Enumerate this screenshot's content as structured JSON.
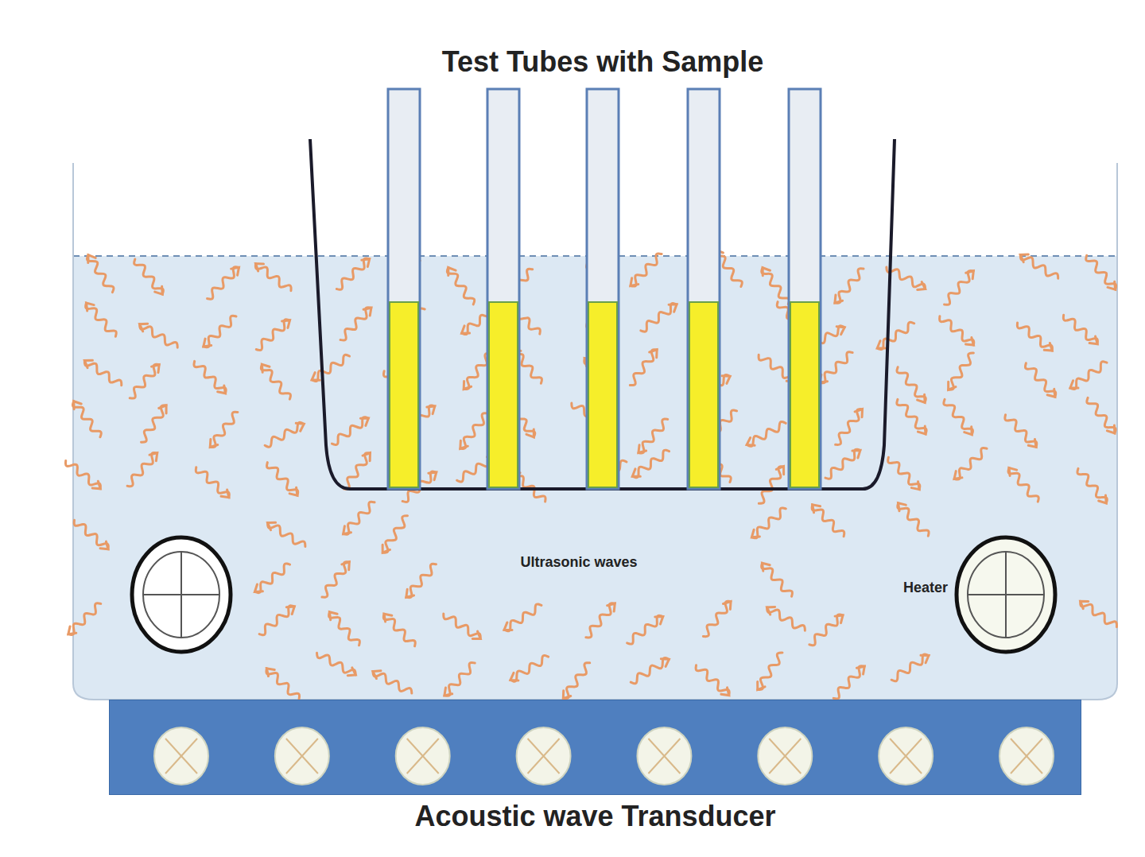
{
  "diagram": {
    "nodes": [
      {
        "text": [
          "Acoustic wave Transducer"
        ]
      }
    ],
    "labels": [
      "Test Tubes with Sample",
      "Ultrasonic waves",
      "Heater"
    ]
  }
}
